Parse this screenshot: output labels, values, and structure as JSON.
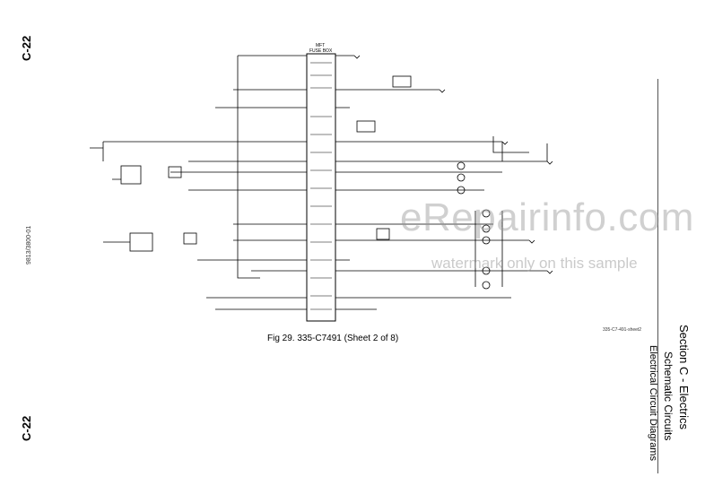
{
  "page": {
    "code_top": "C-22",
    "code_bottom": "C-22",
    "doc_number": "9813/3800-01"
  },
  "section": {
    "title": "Section C - Electrics",
    "subtitle": "Schematic Circuits",
    "sub_subtitle": "Electrical Circuit Diagrams"
  },
  "diagram": {
    "fuse_box_label": "MFT\nFUSE BOX",
    "caption": "Fig 29. 335-C7491 (Sheet 2 of 8)",
    "drawing_ref": "335-C7-491-sheet2"
  },
  "watermark": {
    "main": "eRepairinfo.com",
    "sub": "watermark only on this sample"
  },
  "colors": {
    "line": "#000000",
    "watermark": "#999999"
  }
}
